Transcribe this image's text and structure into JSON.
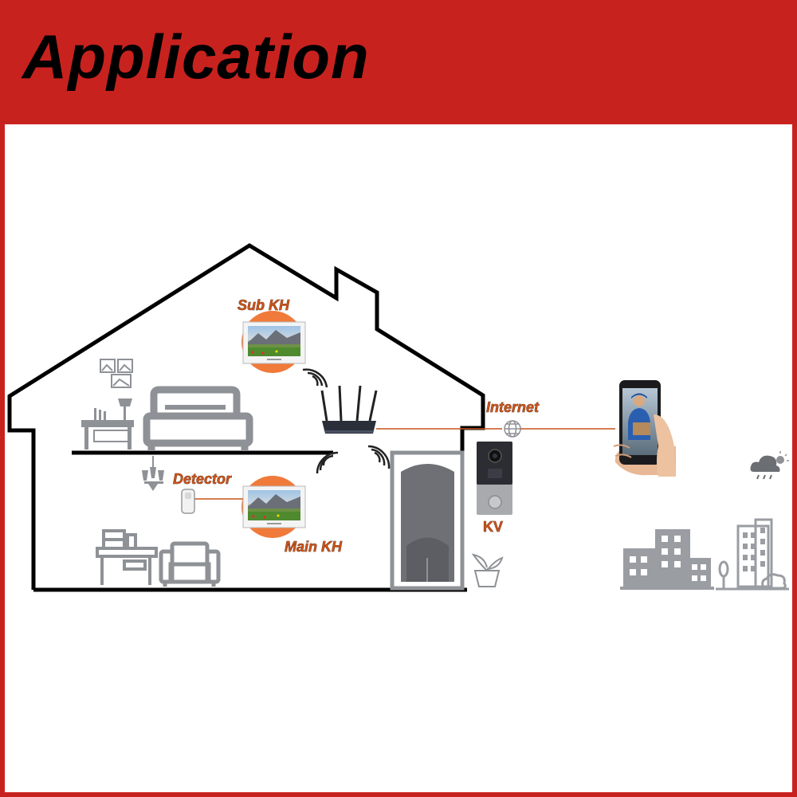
{
  "header": {
    "title": "Application"
  },
  "labels": {
    "sub_kh": "Sub KH",
    "main_kh": "Main KH",
    "detector": "Detector",
    "internet": "Internet",
    "kv": "KV"
  },
  "colors": {
    "brand_red": "#c8221f",
    "label_orange": "#c8531b",
    "halo_orange": "#f07a3a",
    "icon_gray": "#8e9196",
    "line_orange": "#c8531b"
  },
  "icons": [
    "picture-frames-icon",
    "desk-lamp-icon",
    "bed-icon",
    "chandelier-icon",
    "desk-icon",
    "sofa-icon",
    "router-icon",
    "wifi-signal-icon",
    "door-icon",
    "plant-icon",
    "globe-icon",
    "smartphone-icon",
    "weather-icon",
    "city-buildings-icon",
    "detector-icon",
    "door-station-icon",
    "indoor-monitor-icon"
  ]
}
